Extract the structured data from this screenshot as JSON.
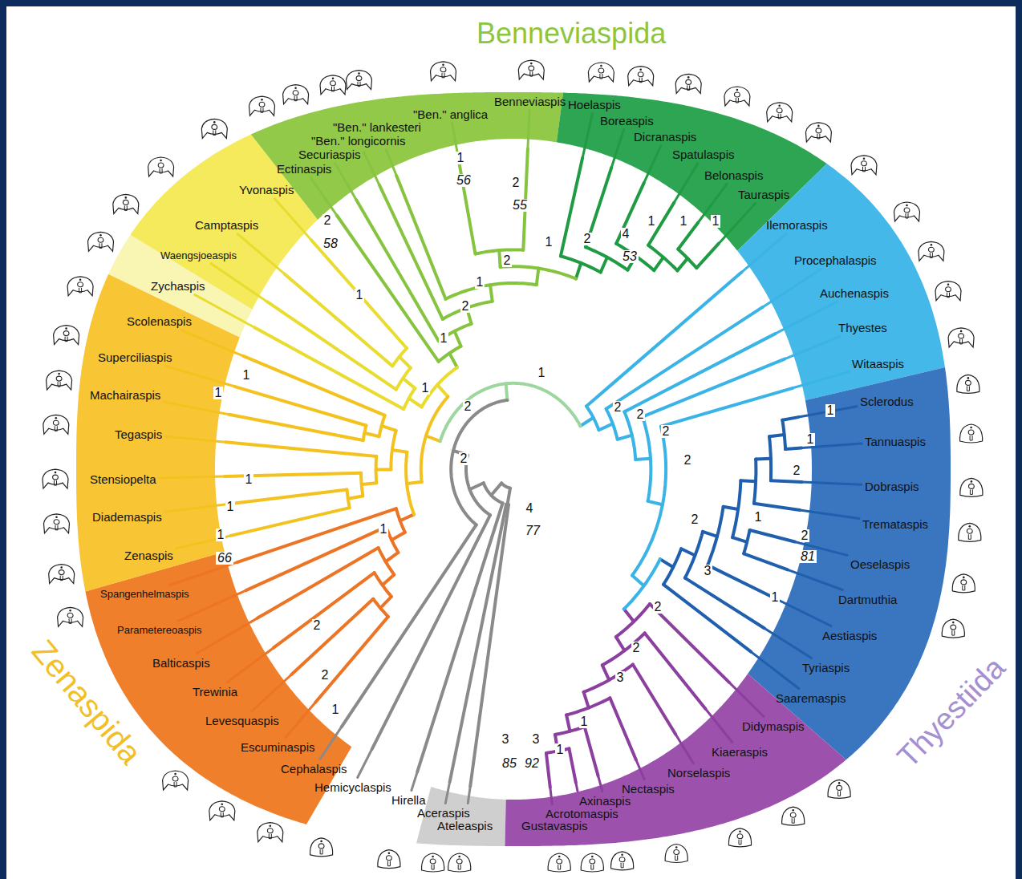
{
  "diagram": {
    "labels": [
      "Benneviaspida",
      "Zenaspida",
      "Thyestiida",
      "Ateleaspis",
      "Aceraspis",
      "Hirella",
      "Hemicyclaspis",
      "Cephalaspis",
      "Escuminaspis",
      "Levesquaspis",
      "Trewinia",
      "Balticaspis",
      "Parametereoaspis",
      "Spangenhelmaspis",
      "Zenaspis",
      "Diademaspis",
      "Stensiopelta",
      "Tegaspis",
      "Machairaspis",
      "Superciliaspis",
      "Scolenaspis",
      "Zychaspis",
      "Waengsjoeaspis",
      "Camptaspis",
      "Yvonaspis",
      "Ectinaspis",
      "Securiaspis",
      "\"Ben.\" longicornis",
      "\"Ben.\" lankesteri",
      "\"Ben.\" anglica",
      "Benneviaspis",
      "Hoelaspis",
      "Boreaspis",
      "Dicranaspis",
      "Spatulaspis",
      "Belonaspis",
      "Tauraspis",
      "Ilemoraspis",
      "Procephalaspis",
      "Auchenaspis",
      "Thyestes",
      "Witaaspis",
      "Sclerodus",
      "Tannuaspis",
      "Dobraspis",
      "Tremataspis",
      "Oeselaspis",
      "Dartmuthia",
      "Aestiaspis",
      "Tyriaspis",
      "Saaremaspis",
      "Didymaspis",
      "Kiaeraspis",
      "Norselaspis",
      "Nectaspis",
      "Axinaspis",
      "Acrotomaspis",
      "Gustavaspis",
      "1",
      "56",
      "2",
      "55",
      "1",
      "2",
      "4",
      "53",
      "1",
      "1",
      "1",
      "2",
      "58",
      "1",
      "2",
      "1",
      "2",
      "1",
      "1",
      "1",
      "2",
      "2",
      "1",
      "1",
      "1",
      "1",
      "1",
      "66",
      "1",
      "2",
      "2",
      "1",
      "4",
      "77",
      "3",
      "85",
      "3",
      "92",
      "1",
      "1",
      "3",
      "2",
      "2",
      "2",
      "2",
      "2",
      "2",
      "2",
      "3",
      "1",
      "1",
      "2",
      "81",
      "2",
      "1",
      "1"
    ]
  }
}
